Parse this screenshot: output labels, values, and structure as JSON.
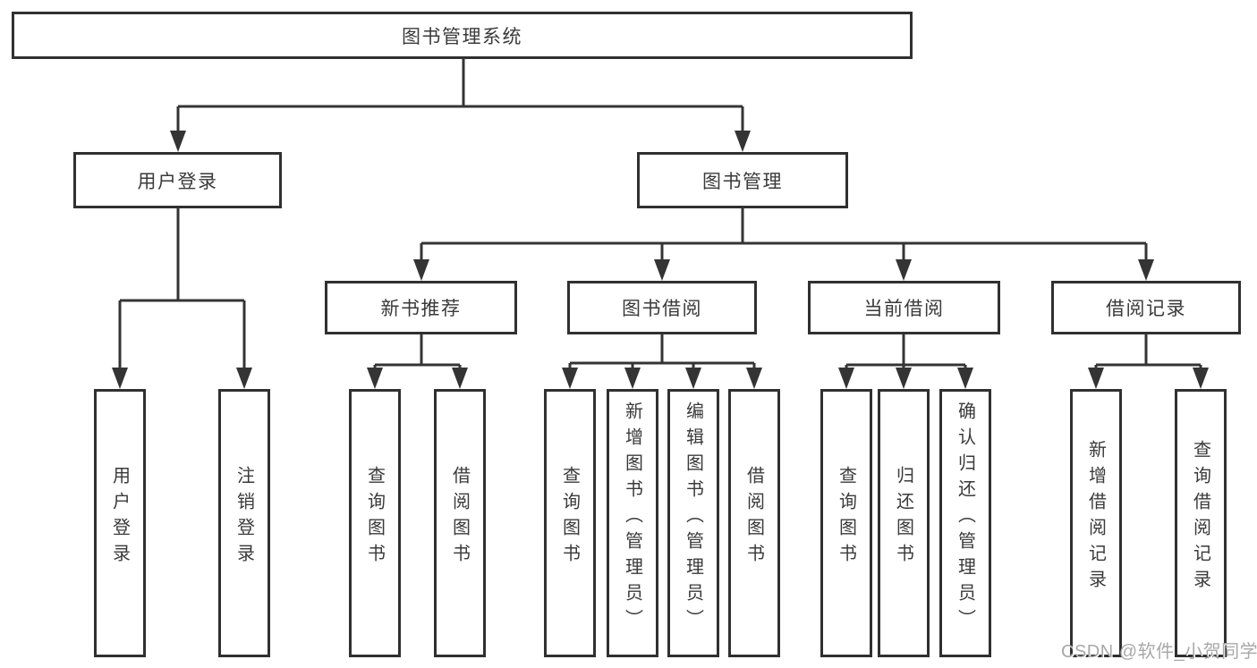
{
  "tree": {
    "label": "图书管理系统",
    "children": [
      {
        "label": "用户登录",
        "children": [
          {
            "label": "用户登录"
          },
          {
            "label": "注销登录"
          }
        ]
      },
      {
        "label": "图书管理",
        "children": [
          {
            "label": "新书推荐",
            "children": [
              {
                "label": "查询图书"
              },
              {
                "label": "借阅图书"
              }
            ]
          },
          {
            "label": "图书借阅",
            "children": [
              {
                "label": "查询图书"
              },
              {
                "label": "新增图书（管理员）"
              },
              {
                "label": "编辑图书（管理员）"
              },
              {
                "label": "借阅图书"
              }
            ]
          },
          {
            "label": "当前借阅",
            "children": [
              {
                "label": "查询图书"
              },
              {
                "label": "归还图书"
              },
              {
                "label": "确认归还（管理员）"
              }
            ]
          },
          {
            "label": "借阅记录",
            "children": [
              {
                "label": "新增借阅记录"
              },
              {
                "label": "查询借阅记录"
              }
            ]
          }
        ]
      }
    ]
  },
  "watermark": "CSDN @软件_小贺同学",
  "colors": {
    "line": "#343434",
    "box_border": "#303030",
    "text": "#3a3a3a",
    "watermark": "#a8a8a8",
    "background": "#ffffff"
  }
}
